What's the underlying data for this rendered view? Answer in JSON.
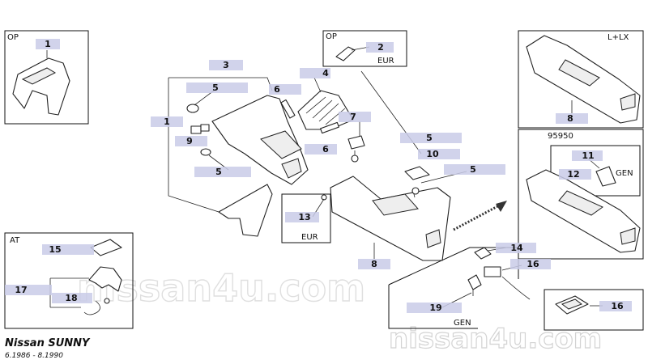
{
  "boxes": {
    "top_left": "OP",
    "middle_top": "OP",
    "middle_top_note": "EUR",
    "top_right": "L+LX",
    "right_middle_code": "95950",
    "right_middle_note": "GEN",
    "bottom_left": "AT",
    "eur_box": "EUR",
    "bottom_middle_note": "GEN"
  },
  "callouts": [
    "1",
    "1",
    "2",
    "3",
    "4",
    "5",
    "5",
    "5",
    "5",
    "6",
    "6",
    "7",
    "8",
    "8",
    "9",
    "10",
    "11",
    "12",
    "13",
    "14",
    "15",
    "16",
    "16",
    "17",
    "18",
    "19"
  ],
  "watermark": {
    "center": "nissan4u.com",
    "bottom": "nissan4u.com"
  },
  "footer": {
    "model": "Nissan SUNNY",
    "dates": "6.1986 - 8.1990"
  }
}
